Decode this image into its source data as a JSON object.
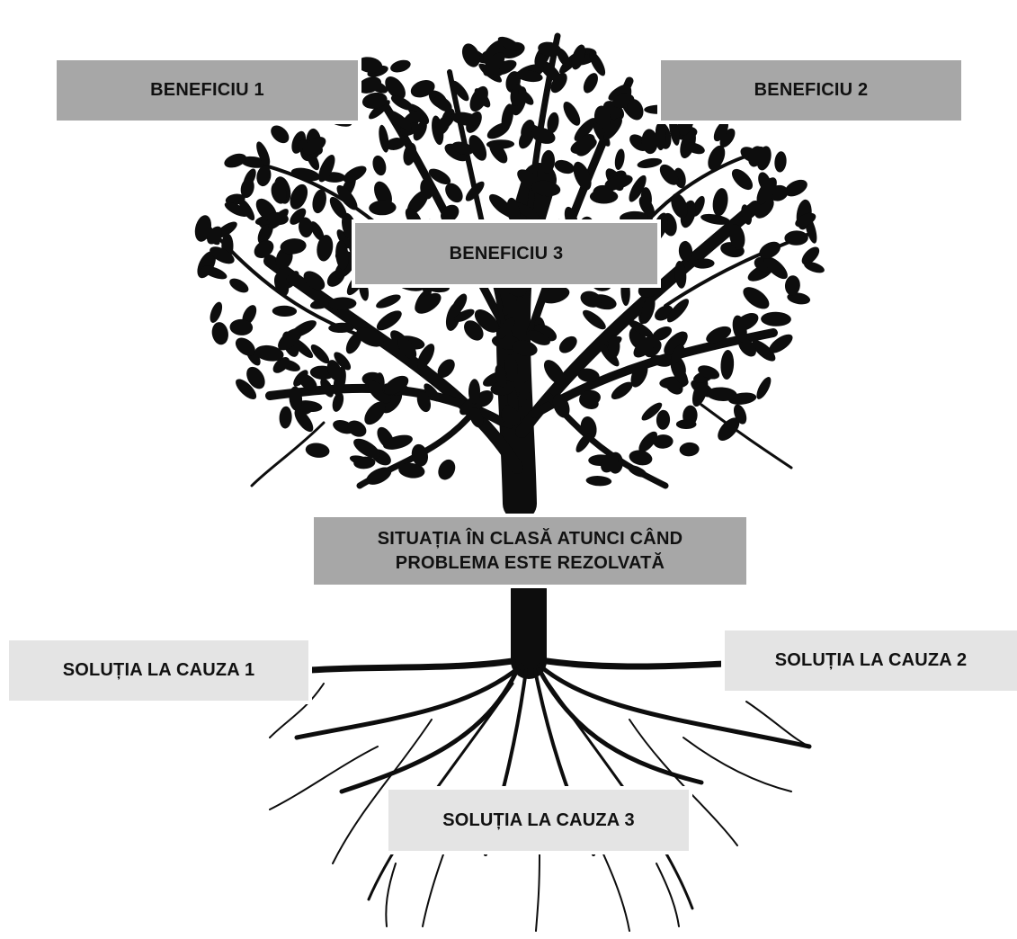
{
  "labels": {
    "benefit_1": "BENEFICIU 1",
    "benefit_2": "BENEFICIU 2",
    "benefit_3": "BENEFICIU 3",
    "situation_line_1": "SITUAȚIA ÎN CLASĂ ATUNCI CÂND",
    "situation_line_2": "PROBLEMA ESTE REZOLVATĂ",
    "solution_1": "SOLUȚIA LA CAUZA 1",
    "solution_2": "SOLUȚIA LA CAUZA 2",
    "solution_3": "SOLUȚIA LA CAUZA 3"
  },
  "colors": {
    "tree": "#0d0d0d",
    "label_dark": "#a7a7a7",
    "label_light": "#e4e4e4",
    "text": "#111111"
  }
}
